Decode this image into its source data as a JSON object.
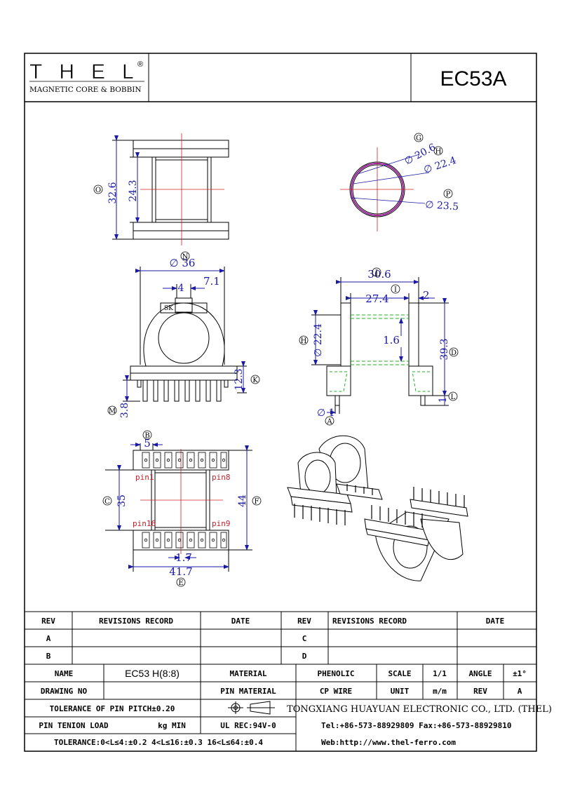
{
  "header": {
    "logo_text": "THEL",
    "logo_sub": "MAGNETIC CORE & BOBBIN",
    "registered_mark": "®",
    "part_number": "EC53A"
  },
  "dimensions": {
    "top_view": {
      "outer": "32.6",
      "inner": "24.3",
      "label": "O"
    },
    "circle_view": {
      "d1": "∅ 20.6",
      "d2": "∅ 22.4",
      "d3": "∅ 23.5",
      "l1": "G",
      "l2": "H",
      "l3": "P"
    },
    "front_view": {
      "width": "∅ 36",
      "slot": "4",
      "slot_w": "7.1",
      "mark": "SK",
      "height": "12.3",
      "pin_len": "3.8",
      "l_width": "N",
      "l_height": "K",
      "l_pin": "M"
    },
    "side_view": {
      "overall": "30.6",
      "inner": "27.4",
      "gap": "2",
      "wall": "1.6",
      "dia": "∅ 22.4",
      "height": "39.3",
      "pin_dia": "∅ 1",
      "pin_end": "1",
      "l_overall": "J",
      "l_gap": "I",
      "l_dia": "H",
      "l_height": "D",
      "l_pin_end": "L",
      "l_pin_dia": "A"
    },
    "bottom_view": {
      "pitch": "5",
      "inner": "35",
      "outer": "44",
      "pin_space": "1.7",
      "width": "41.7",
      "pin1": "pin1",
      "pin8": "pin8",
      "pin9": "pin9",
      "pin16": "pin16",
      "l_pitch": "B",
      "l_inner": "C",
      "l_outer": "F",
      "l_width": "E"
    }
  },
  "revisions": {
    "headers": [
      "REV",
      "REVISIONS RECORD",
      "DATE",
      "REV",
      "REVISIONS RECORD",
      "DATE"
    ],
    "rows": [
      [
        "A",
        "",
        "",
        "C",
        "",
        ""
      ],
      [
        "B",
        "",
        "",
        "D",
        "",
        ""
      ]
    ]
  },
  "title_block": {
    "name_label": "NAME",
    "name_value": "EC53 H(8:8)",
    "material_label": "MATERIAL",
    "material_value": "PHENOLIC",
    "scale_label": "SCALE",
    "scale_value": "1/1",
    "angle_label": "ANGLE",
    "angle_value": "±1°",
    "drawing_no_label": "DRAWING NO",
    "pin_material_label": "PIN MATERIAL",
    "pin_material_value": "CP WIRE",
    "unit_label": "UNIT",
    "unit_value": "m/m",
    "rev_label": "REV",
    "rev_value": "A",
    "tol_pitch": "TOLERANCE OF PIN PITCH±0.20",
    "company": "TONGXIANG HUAYUAN ELECTRONIC CO., LTD.  (THEL)",
    "tension_label": "PIN TENION LOAD",
    "tension_unit": "kg MIN",
    "ul": "UL REC:94V-0",
    "tel": "Tel:+86-573-88929809 Fax:+86-573-88929810",
    "tolerance": "TOLERANCE:0<L≤4:±0.2  4<L≤16:±0.3  16<L≤64:±0.4",
    "web": "Web:http://www.thel-ferro.com"
  }
}
